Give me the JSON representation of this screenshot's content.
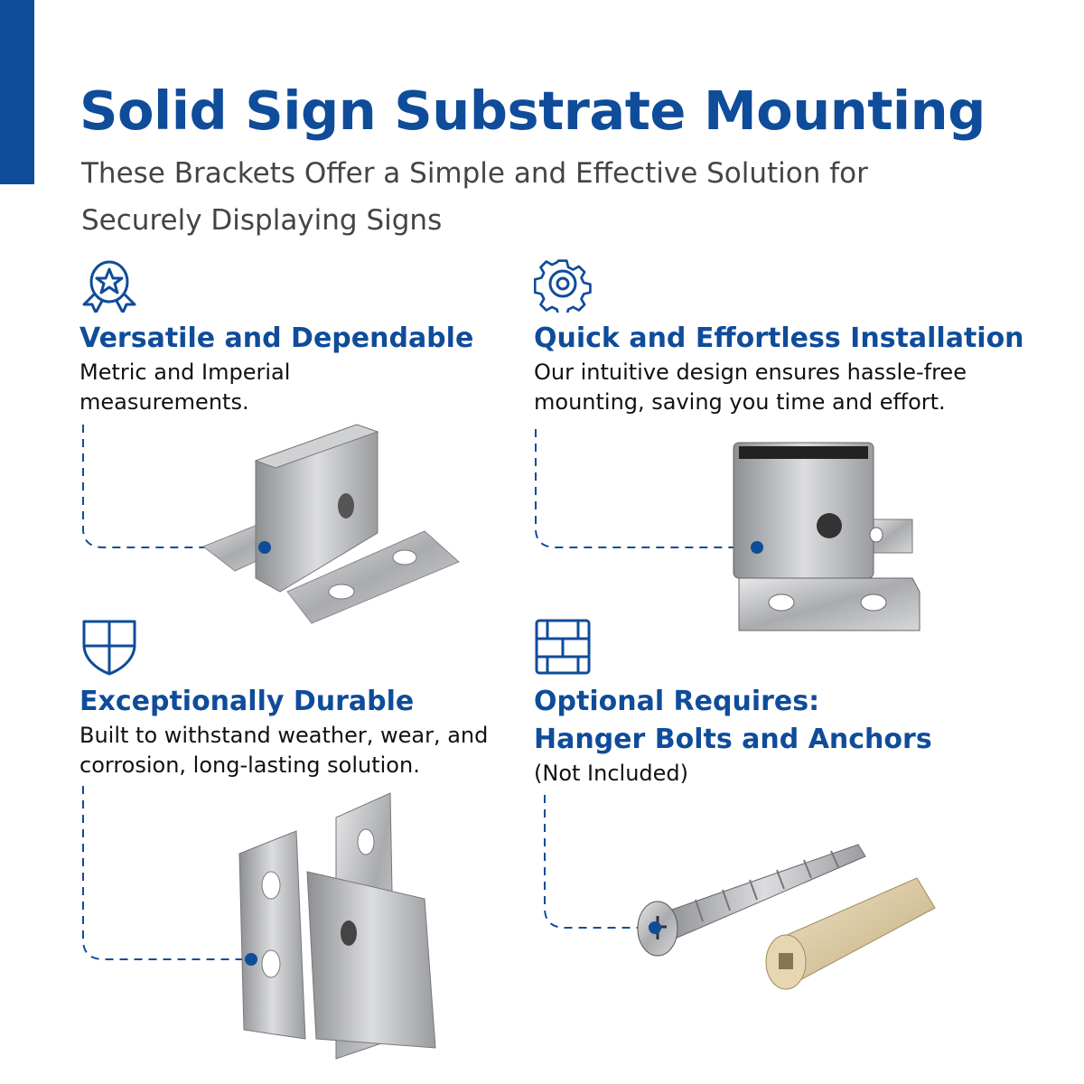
{
  "header": {
    "title": "Solid Sign Substrate Mounting",
    "subtitle": "These Brackets Offer a Simple and Effective Solution for Securely Displaying Signs"
  },
  "features": [
    {
      "icon": "award-ribbon-icon",
      "title": "Versatile and Dependable",
      "body": "Metric and Imperial measurements."
    },
    {
      "icon": "gear-icon",
      "title": "Quick and Effortless Installation",
      "body": "Our intuitive design ensures hassle-free mounting, saving you time and effort."
    },
    {
      "icon": "shield-icon",
      "title": "Exceptionally Durable",
      "body": "Built to withstand weather, wear, and corrosion, long-lasting solution."
    },
    {
      "icon": "brick-wall-icon",
      "title": "Optional Requires:",
      "title2": "Hanger Bolts and Anchors",
      "body": "(Not Included)"
    }
  ],
  "colors": {
    "accent": "#0f4c9a",
    "text": "#111111",
    "subtitle": "#444444"
  }
}
